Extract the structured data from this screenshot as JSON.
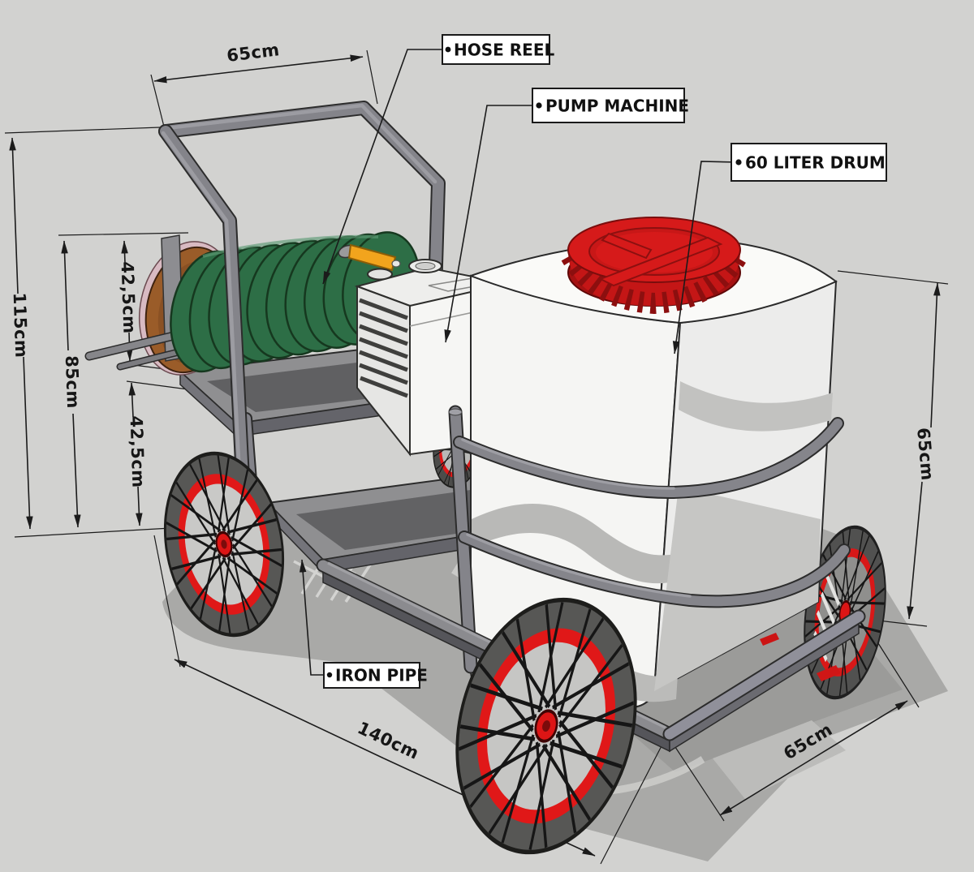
{
  "callouts": {
    "hose_reel": "HOSE REEL",
    "pump_machine": "PUMP MACHINE",
    "drum": "60 LITER DRUM",
    "iron_pipe": "IRON PIPE"
  },
  "dimensions": {
    "handle_width": "65cm",
    "total_height": "115cm",
    "frame_height": "85cm",
    "upper_section": "42,5cm",
    "lower_section": "42,5cm",
    "drum_height": "65cm",
    "cart_length": "140cm",
    "cart_depth": "65cm"
  },
  "colors": {
    "background_gray": "#d2d2d0",
    "accent_red": "#e01818",
    "cap_red": "#d61a1a",
    "hose_green": "#2d6e46",
    "drum_white": "#f5f5f3",
    "frame_gray": "#85858a",
    "wood_brown": "#9a5c29",
    "nozzle_orange": "#f2a41d",
    "line_black": "#1b1b1b"
  }
}
